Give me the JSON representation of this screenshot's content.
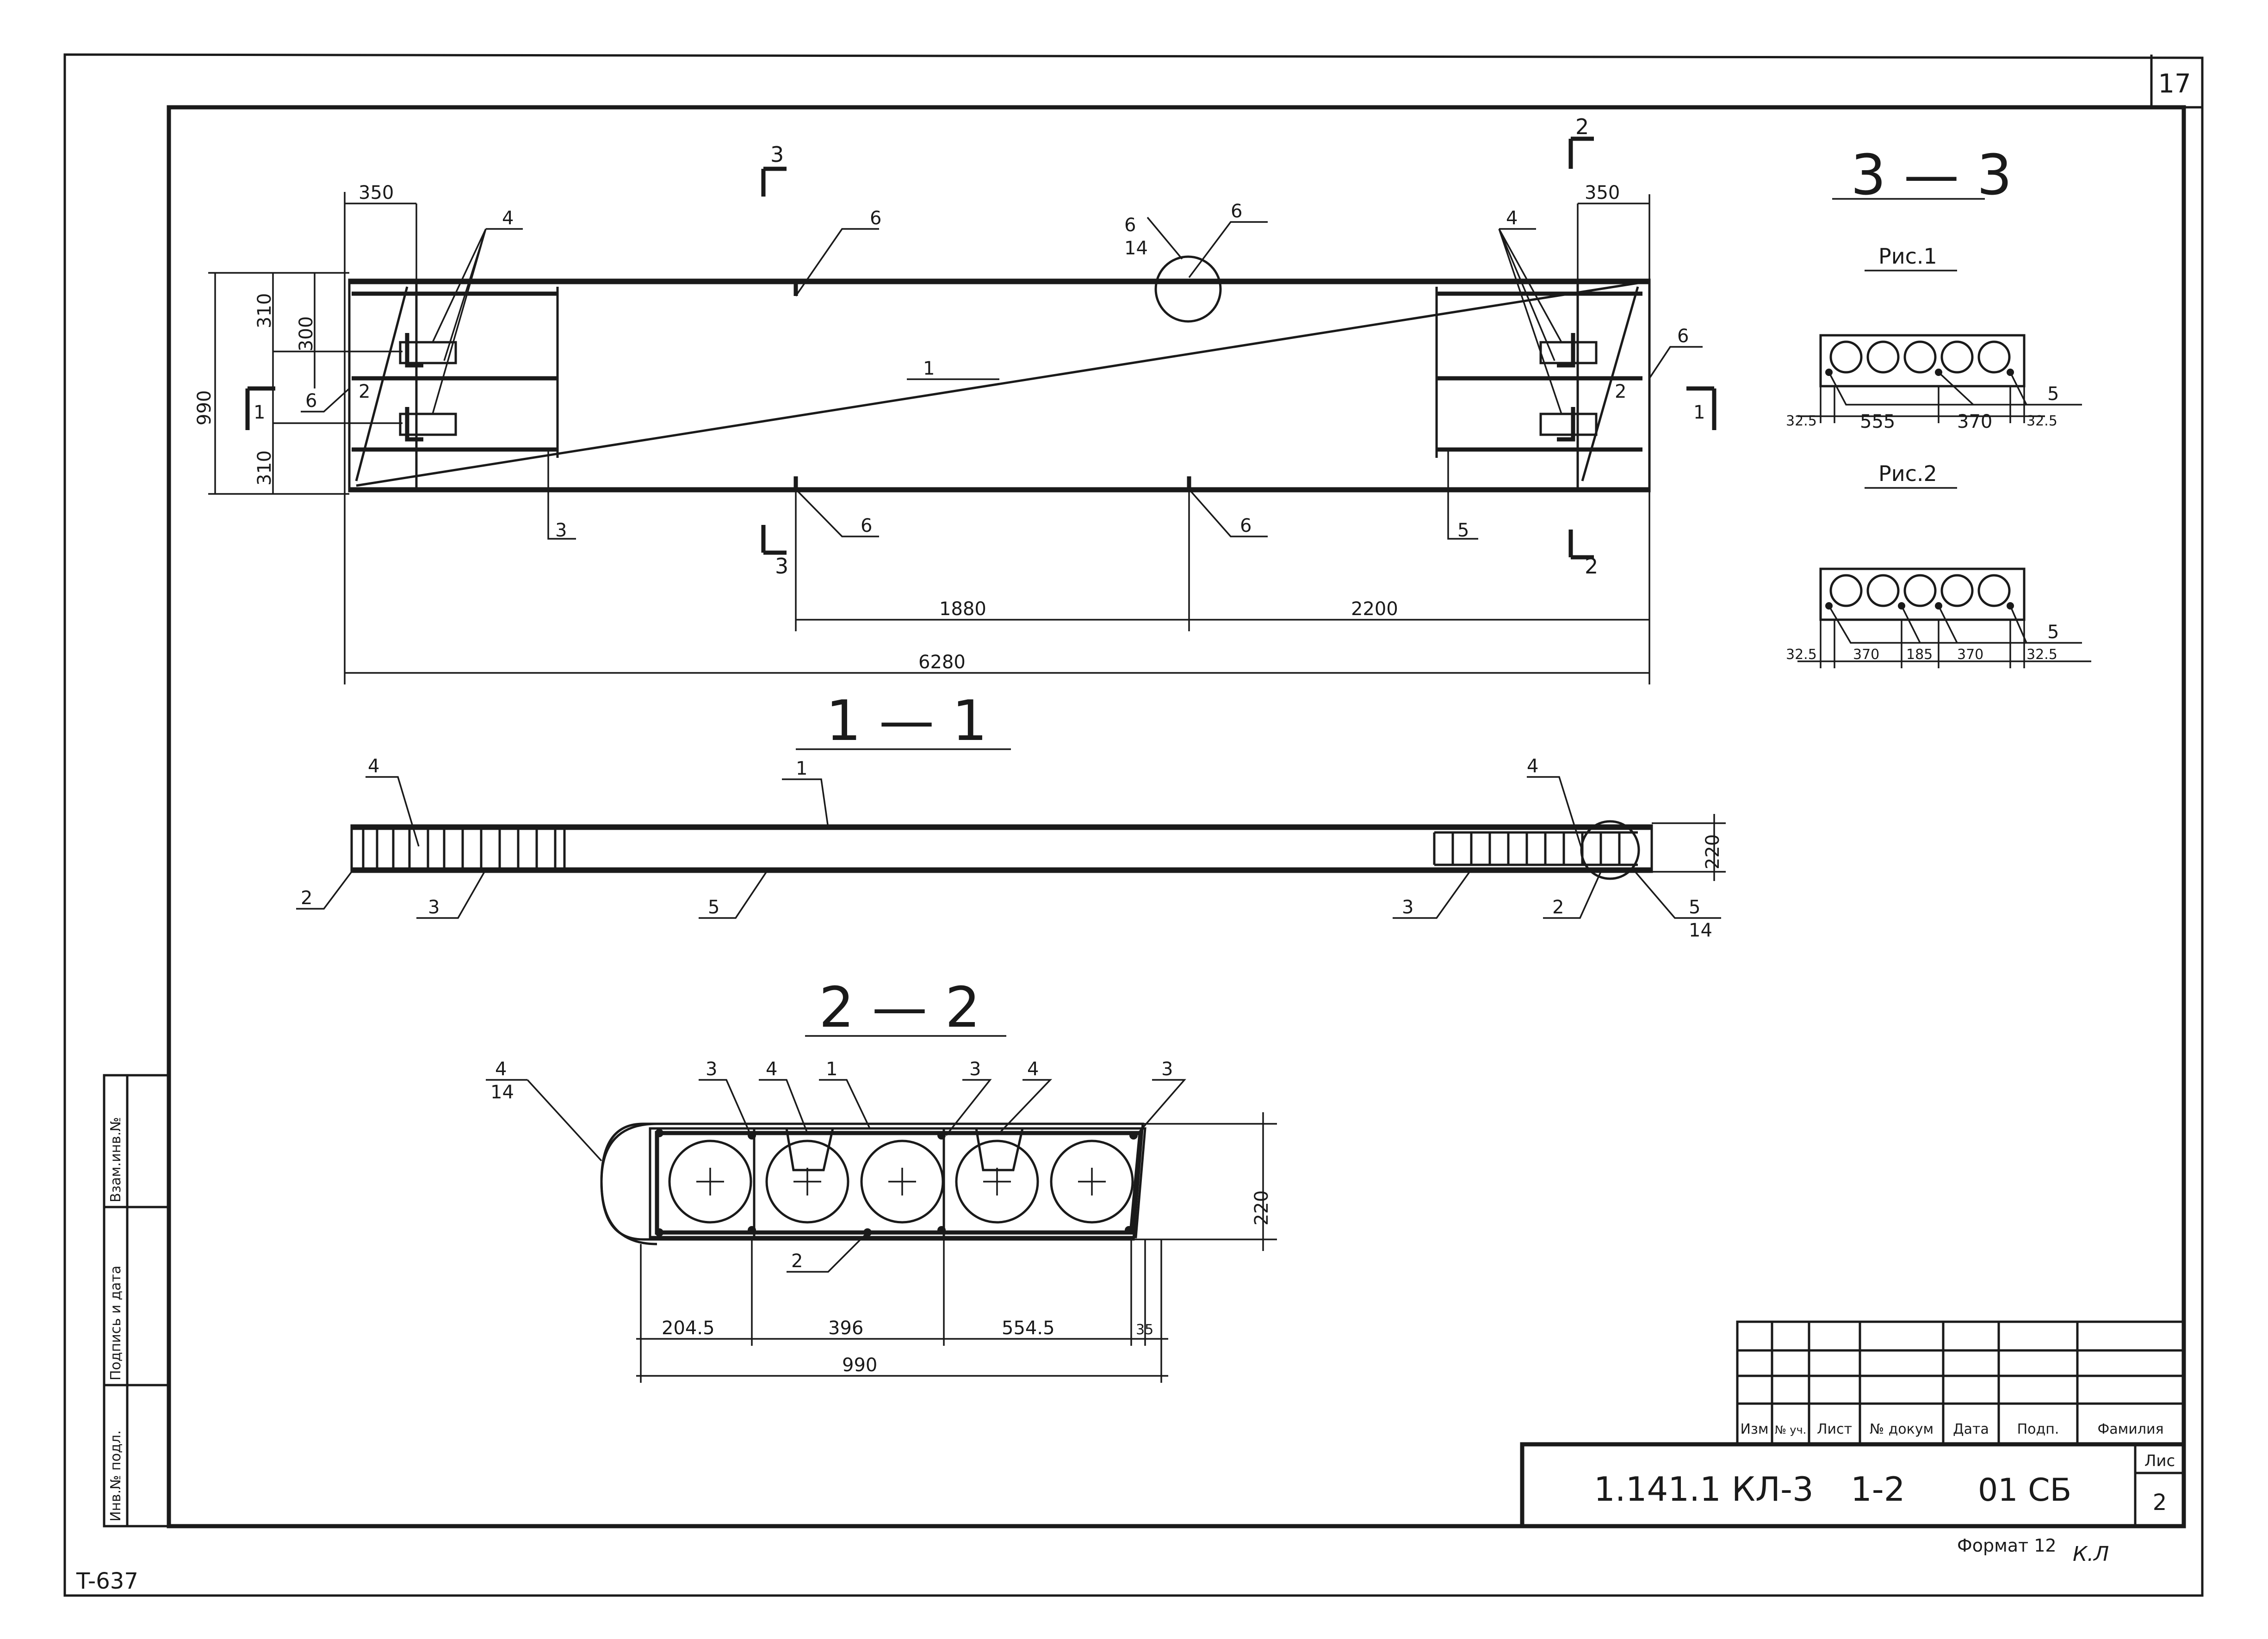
{
  "sheet": {
    "page_number": "17",
    "left_code": "T-637",
    "format_label": "Формат 12",
    "format_mark": "К.Л"
  },
  "side_stamp": {
    "cell1": "Взам.инв.№",
    "cell2": "Подпись и дата",
    "cell3": "Инв.№ подл."
  },
  "title_block": {
    "code": "1.141.1 КЛ-3",
    "issue": "1-2",
    "mark": "01 СБ",
    "sheet_label": "Лис",
    "sheet_no": "2",
    "headers": [
      "Изм",
      "№ уч.",
      "Лист",
      "№ докум",
      "Дата",
      "Подп.",
      "Фамилия"
    ]
  },
  "plan_view": {
    "dims": {
      "top_left": "350",
      "top_right": "350",
      "d310a": "310",
      "d300": "300",
      "d310b": "310",
      "d990": "990",
      "d1880": "1880",
      "d2200": "2200",
      "d6280": "6280"
    },
    "cut_labels": {
      "c3": "3",
      "c2": "2",
      "c1": "1"
    },
    "callouts": {
      "n1": "1",
      "n2": "2",
      "n3": "3",
      "n4": "4",
      "n5": "5",
      "n6": "6",
      "detail_top": "6",
      "detail_bot": "14"
    }
  },
  "section_3_3": {
    "title": "3 — 3",
    "fig1": "Рис.1",
    "fig2": "Рис.2",
    "fig1_dims": [
      "32.5",
      "555",
      "370",
      "32.5"
    ],
    "fig2_dims": [
      "32.5",
      "370",
      "185",
      "370",
      "32.5"
    ],
    "mark": "5"
  },
  "section_1_1": {
    "title": "1 — 1",
    "height": "220",
    "callouts": {
      "n1": "1",
      "n2": "2",
      "n3": "3",
      "n4": "4",
      "n5": "5",
      "detail_top": "5",
      "detail_bot": "14"
    }
  },
  "section_2_2": {
    "title": "2 — 2",
    "height": "220",
    "dims": [
      "204.5",
      "396",
      "554.5",
      "35"
    ],
    "total": "990",
    "callouts": {
      "n1": "1",
      "n2": "2",
      "n3": "3",
      "n4": "4",
      "detail_top": "4",
      "detail_bot": "14"
    }
  }
}
